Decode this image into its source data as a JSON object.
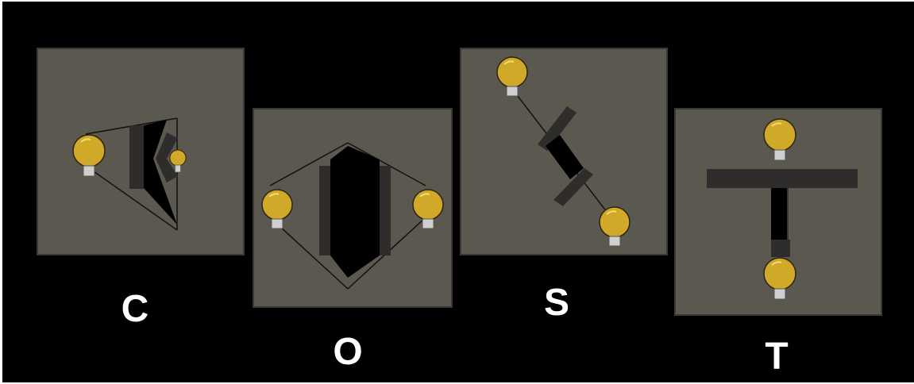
{
  "panels": [
    {
      "id": "C",
      "letter": "C"
    },
    {
      "id": "O",
      "letter": "O"
    },
    {
      "id": "S",
      "letter": "S"
    },
    {
      "id": "T",
      "letter": "T"
    }
  ],
  "colors": {
    "background": "#000000",
    "panel_fill": "#5b584f",
    "panel_border": "#3a3935",
    "bulb": "#d1a928",
    "bulb_stroke": "#2b2410",
    "bulb_base": "#cfcfcf",
    "occluder": "#2e2d2b",
    "shadow": "#000000",
    "ray": "#111111",
    "letter": "#ffffff"
  },
  "icons": {
    "light": "lightbulb-icon"
  }
}
